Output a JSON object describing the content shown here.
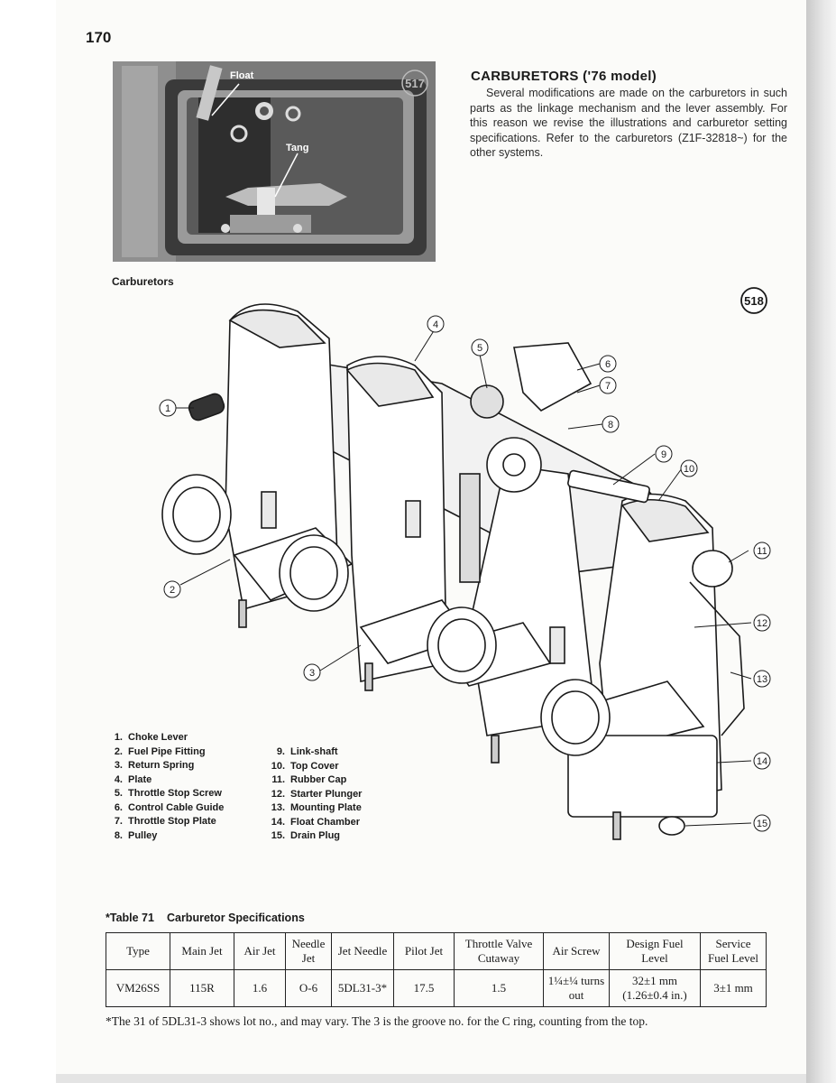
{
  "page": {
    "number": "170"
  },
  "photo": {
    "badge": "517",
    "float_label": "Float",
    "tang_label": "Tang"
  },
  "section": {
    "title": "CARBURETORS ('76 model)",
    "body": "Several modifications are made on the carburetors in such parts as the linkage mechanism and the lever assembly. For this reason we revise the illustrations and carburetor setting specifications. Refer to the carburetors (Z1F-32818~) for the other systems."
  },
  "figure": {
    "label": "Carburetors",
    "badge": "518",
    "callouts": [
      "1",
      "2",
      "3",
      "4",
      "5",
      "6",
      "7",
      "8",
      "9",
      "10",
      "11",
      "12",
      "13",
      "14",
      "15"
    ]
  },
  "legend": [
    {
      "num": "1.",
      "label": "Choke Lever"
    },
    {
      "num": "2.",
      "label": "Fuel Pipe Fitting"
    },
    {
      "num": "3.",
      "label": "Return Spring"
    },
    {
      "num": "4.",
      "label": "Plate"
    },
    {
      "num": "5.",
      "label": "Throttle Stop Screw"
    },
    {
      "num": "6.",
      "label": "Control Cable Guide"
    },
    {
      "num": "7.",
      "label": "Throttle Stop Plate"
    },
    {
      "num": "8.",
      "label": "Pulley"
    },
    {
      "num": "9.",
      "label": "Link-shaft"
    },
    {
      "num": "10.",
      "label": "Top Cover"
    },
    {
      "num": "11.",
      "label": "Rubber Cap"
    },
    {
      "num": "12.",
      "label": "Starter Plunger"
    },
    {
      "num": "13.",
      "label": "Mounting Plate"
    },
    {
      "num": "14.",
      "label": "Float Chamber"
    },
    {
      "num": "15.",
      "label": "Drain Plug"
    }
  ],
  "table": {
    "number": "*Table 71",
    "title": "Carburetor Specifications",
    "headers": [
      "Type",
      "Main Jet",
      "Air Jet",
      "Needle Jet",
      "Jet Needle",
      "Pilot Jet",
      "Throttle Valve Cutaway",
      "Air Screw",
      "Design Fuel Level",
      "Service Fuel Level"
    ],
    "values": [
      "VM26SS",
      "115R",
      "1.6",
      "O-6",
      "5DL31-3*",
      "17.5",
      "1.5",
      "1¼±¼ turns out",
      "32±1 mm (1.26±0.4 in.)",
      "3±1 mm"
    ]
  },
  "footnote": "*The 31 of 5DL31-3 shows lot no., and may vary. The 3 is the groove no. for the C ring, counting from the top.",
  "colors": {
    "ink": "#1a1a1a",
    "paper": "#fbfbf9"
  }
}
